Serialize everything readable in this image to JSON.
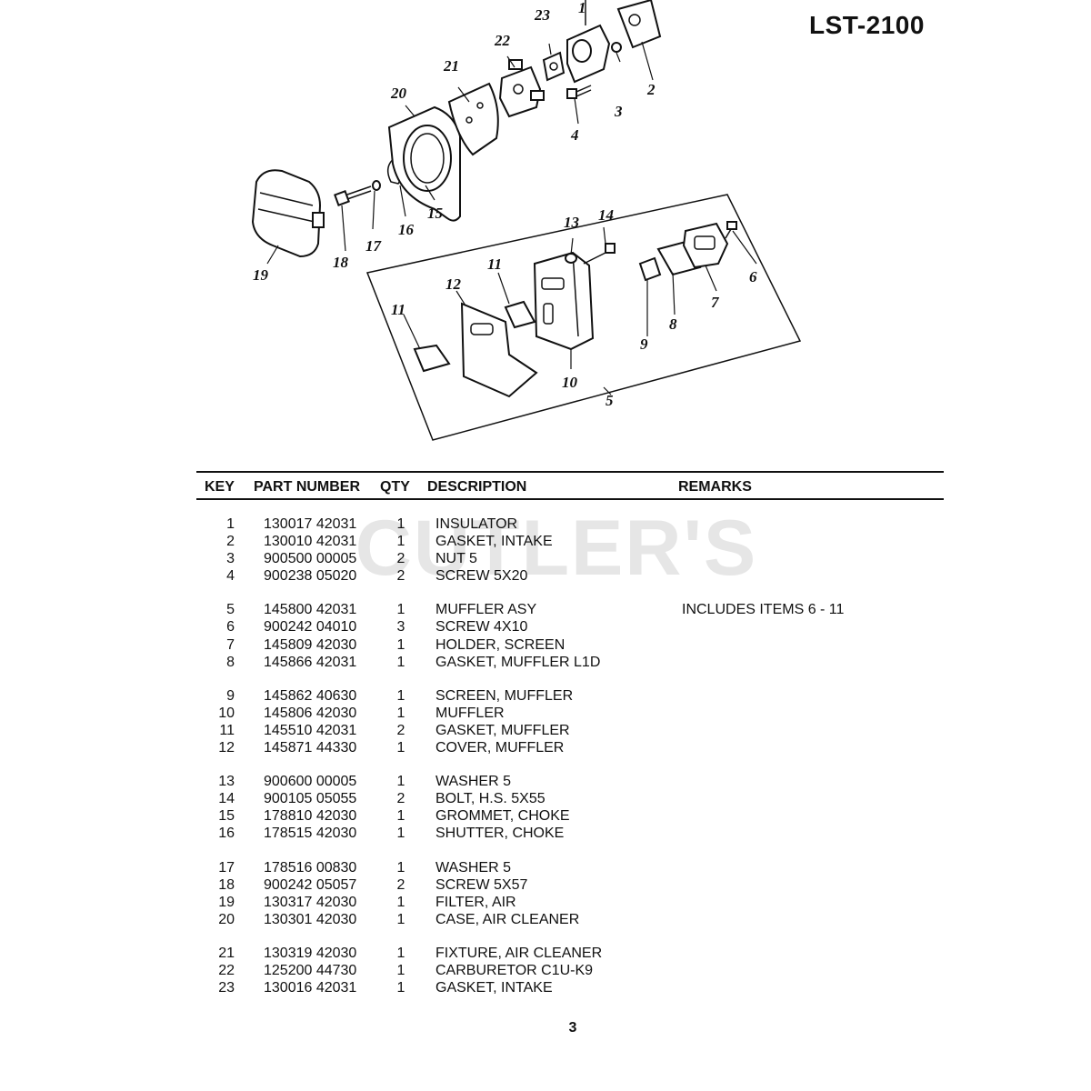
{
  "model": "LST-2100",
  "watermark": "CUTLER'S",
  "page_number": "3",
  "diagram": {
    "callouts": [
      "1",
      "2",
      "3",
      "4",
      "5",
      "6",
      "7",
      "8",
      "9",
      "10",
      "11",
      "11",
      "12",
      "13",
      "14",
      "15",
      "16",
      "17",
      "18",
      "19",
      "20",
      "21",
      "22",
      "23"
    ]
  },
  "table": {
    "headers": {
      "key": "KEY",
      "part": "PART NUMBER",
      "qty": "QTY",
      "desc": "DESCRIPTION",
      "remarks": "REMARKS"
    },
    "rows": [
      {
        "key": "1",
        "part": "130017 42031",
        "qty": "1",
        "desc": "INSULATOR",
        "remarks": ""
      },
      {
        "key": "2",
        "part": "130010 42031",
        "qty": "1",
        "desc": "GASKET, INTAKE",
        "remarks": ""
      },
      {
        "key": "3",
        "part": "900500 00005",
        "qty": "2",
        "desc": "NUT  5",
        "remarks": ""
      },
      {
        "key": "4",
        "part": "900238 05020",
        "qty": "2",
        "desc": "SCREW  5X20",
        "remarks": ""
      },
      {
        "key": "5",
        "part": "145800 42031",
        "qty": "1",
        "desc": "MUFFLER ASY",
        "remarks": "INCLUDES ITEMS 6 - 11"
      },
      {
        "key": "6",
        "part": "900242 04010",
        "qty": "3",
        "desc": "SCREW  4X10",
        "remarks": ""
      },
      {
        "key": "7",
        "part": "145809 42030",
        "qty": "1",
        "desc": "HOLDER,  SCREEN",
        "remarks": ""
      },
      {
        "key": "8",
        "part": "145866 42031",
        "qty": "1",
        "desc": "GASKET, MUFFLER L1D",
        "remarks": ""
      },
      {
        "key": "9",
        "part": "145862 40630",
        "qty": "1",
        "desc": "SCREEN, MUFFLER",
        "remarks": ""
      },
      {
        "key": "10",
        "part": "145806 42030",
        "qty": "1",
        "desc": "MUFFLER",
        "remarks": ""
      },
      {
        "key": "11",
        "part": "145510 42031",
        "qty": "2",
        "desc": "GASKET, MUFFLER",
        "remarks": ""
      },
      {
        "key": "12",
        "part": "145871 44330",
        "qty": "1",
        "desc": "COVER, MUFFLER",
        "remarks": ""
      },
      {
        "key": "13",
        "part": "900600 00005",
        "qty": "1",
        "desc": "WASHER  5",
        "remarks": ""
      },
      {
        "key": "14",
        "part": "900105 05055",
        "qty": "2",
        "desc": "BOLT, H.S.  5X55",
        "remarks": ""
      },
      {
        "key": "15",
        "part": "178810 42030",
        "qty": "1",
        "desc": "GROMMET, CHOKE",
        "remarks": ""
      },
      {
        "key": "16",
        "part": "178515 42030",
        "qty": "1",
        "desc": "SHUTTER, CHOKE",
        "remarks": ""
      },
      {
        "key": "17",
        "part": "178516 00830",
        "qty": "1",
        "desc": "WASHER  5",
        "remarks": ""
      },
      {
        "key": "18",
        "part": "900242 05057",
        "qty": "2",
        "desc": "SCREW  5X57",
        "remarks": ""
      },
      {
        "key": "19",
        "part": "130317 42030",
        "qty": "1",
        "desc": "FILTER, AIR",
        "remarks": ""
      },
      {
        "key": "20",
        "part": "130301 42030",
        "qty": "1",
        "desc": "CASE, AIR CLEANER",
        "remarks": ""
      },
      {
        "key": "21",
        "part": "130319 42030",
        "qty": "1",
        "desc": "FIXTURE, AIR CLEANER",
        "remarks": ""
      },
      {
        "key": "22",
        "part": "125200 44730",
        "qty": "1",
        "desc": "CARBURETOR  C1U-K9",
        "remarks": ""
      },
      {
        "key": "23",
        "part": "130016 42031",
        "qty": "1",
        "desc": "GASKET, INTAKE",
        "remarks": ""
      }
    ]
  }
}
